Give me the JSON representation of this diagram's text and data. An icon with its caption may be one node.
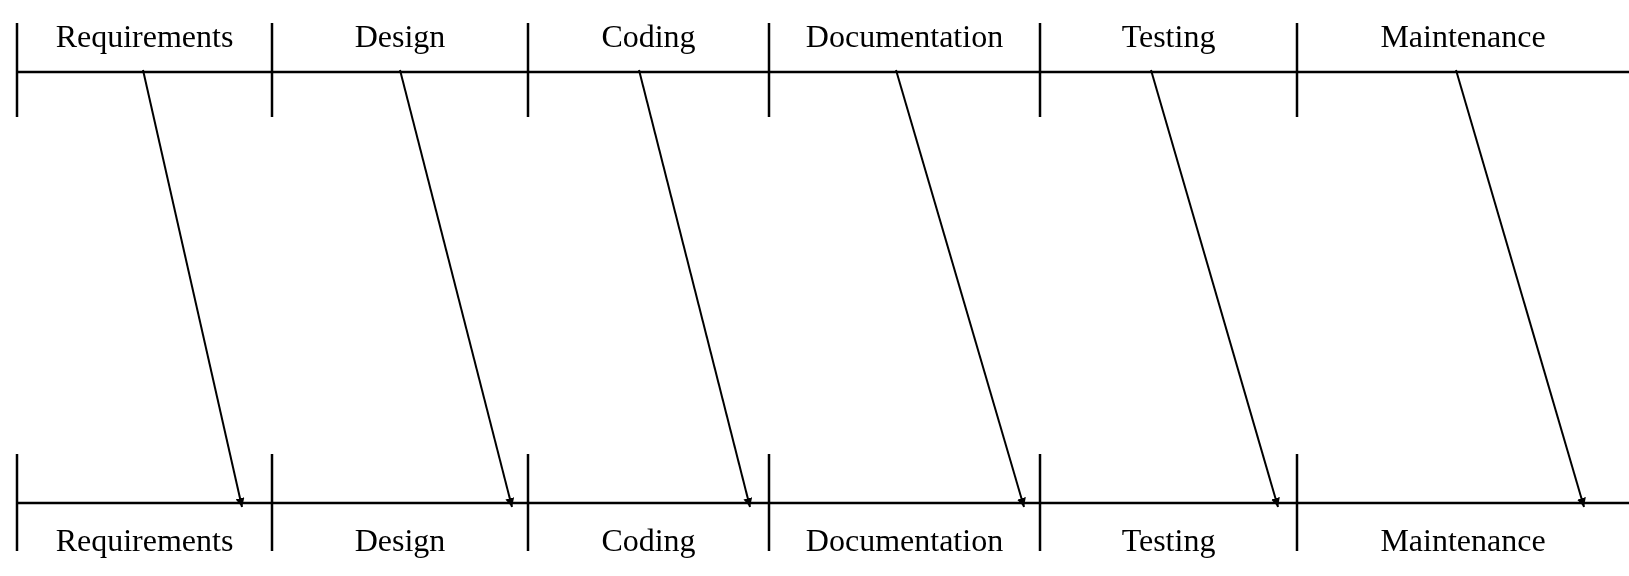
{
  "diagram": {
    "nodes": [
      {
        "text": [
          "Requirements"
        ]
      },
      {
        "text": [
          "Design"
        ]
      },
      {
        "text": [
          "Coding"
        ]
      },
      {
        "text": [
          "Documentation"
        ]
      },
      {
        "text": [
          "Testing"
        ]
      },
      {
        "text": [
          "Maintenance"
        ]
      },
      {
        "text": [
          "Requirements"
        ]
      },
      {
        "text": [
          "Design"
        ]
      },
      {
        "text": [
          "Coding"
        ]
      },
      {
        "text": [
          "Documentation"
        ]
      },
      {
        "text": [
          "Testing"
        ]
      },
      {
        "text": [
          "Maintenance"
        ]
      }
    ],
    "edges": [
      {
        "from": 0,
        "to": 6,
        "arrow": "to"
      },
      {
        "from": 1,
        "to": 7,
        "arrow": "to"
      },
      {
        "from": 2,
        "to": 8,
        "arrow": "to"
      },
      {
        "from": 3,
        "to": 9,
        "arrow": "to"
      },
      {
        "from": 4,
        "to": 10,
        "arrow": "to"
      },
      {
        "from": 5,
        "to": 11,
        "arrow": "to"
      }
    ]
  }
}
